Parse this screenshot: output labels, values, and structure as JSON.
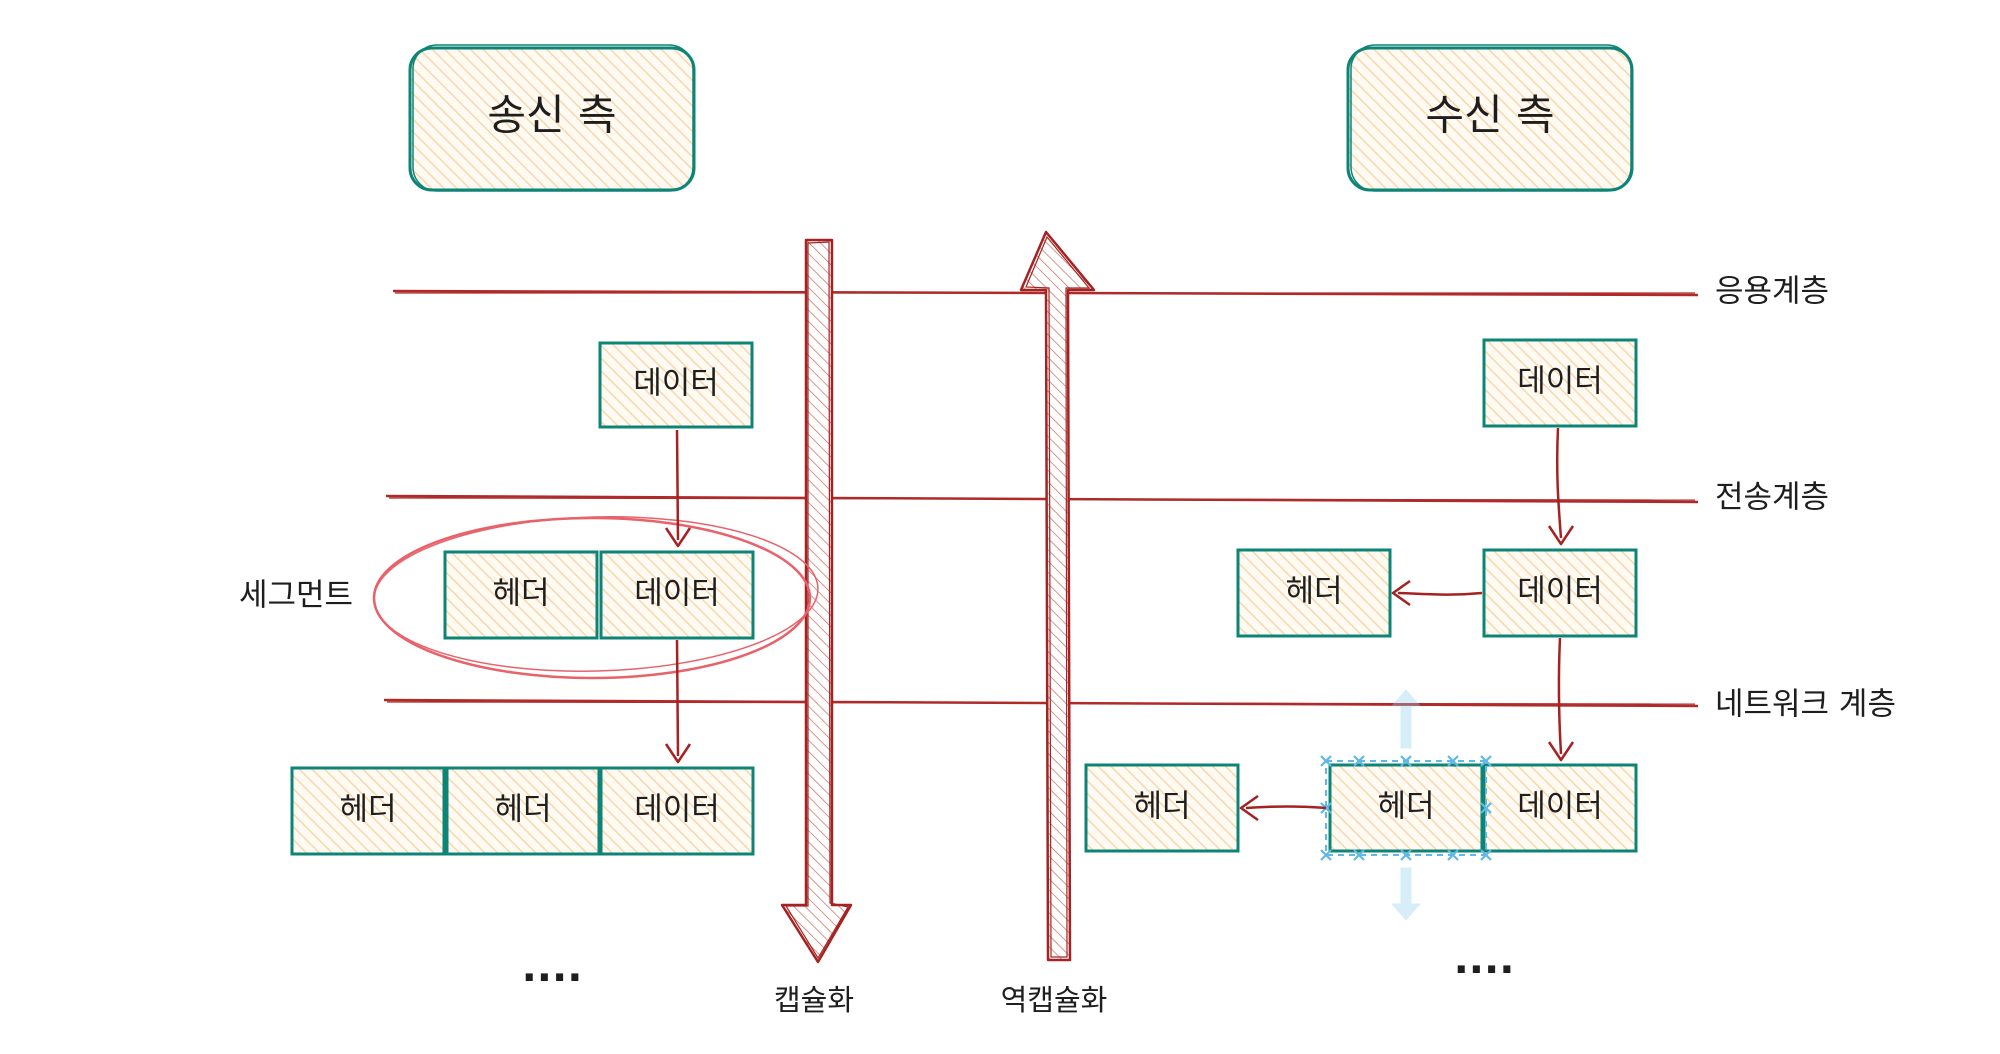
{
  "colors": {
    "box_stroke": "#0c8577",
    "box_fill": "#fde8cc",
    "layer_line": "#b02a2a",
    "connector": "#a52222",
    "segment_ellipse": "#e8626a",
    "selection": "#5fb8e6"
  },
  "titles": {
    "sender": "송신 측",
    "receiver": "수신 측"
  },
  "layers": {
    "application": "응용계층",
    "transport": "전송계층",
    "network": "네트워크 계층"
  },
  "labels": {
    "segment": "세그먼트",
    "encapsulation": "캡슐화",
    "decapsulation": "역캡슐화",
    "more_left": "....",
    "more_right": "...."
  },
  "sender": {
    "app_data": "데이터",
    "transport_header": "헤더",
    "transport_data": "데이터",
    "network_header_1": "헤더",
    "network_header_2": "헤더",
    "network_data": "데이터"
  },
  "receiver": {
    "app_data": "데이터",
    "transport_header": "헤더",
    "transport_data": "데이터",
    "network_header_out": "헤더",
    "network_header_selected": "헤더",
    "network_data": "데이터"
  }
}
